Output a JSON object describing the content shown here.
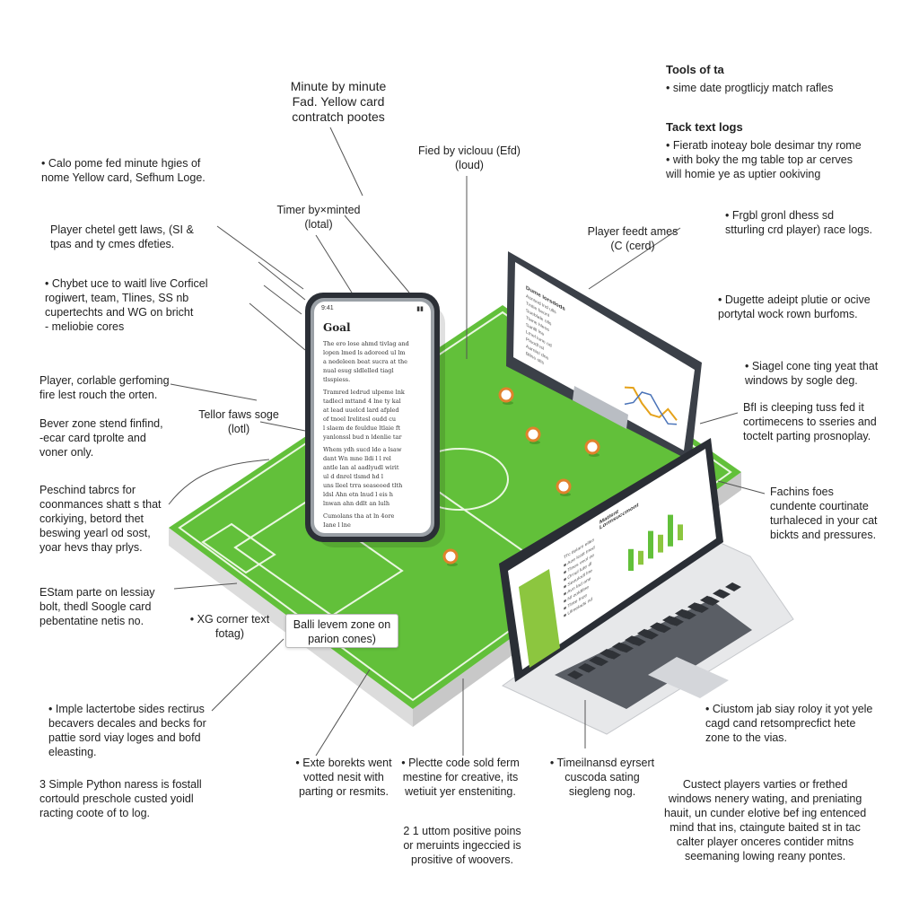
{
  "annotations": {
    "top_center": [
      "Minute by minute",
      "Fad. Yellow card",
      "contratch pootes"
    ],
    "fied_by": [
      "Fied by viclouu (Efd)",
      "(loud)"
    ],
    "timer": [
      "Timer by×minted",
      "(lotal)"
    ],
    "tellor": [
      "Tellor faws soge",
      "(lotl)"
    ],
    "xg": [
      "• XG corner text",
      "fotag)"
    ],
    "player_feed": [
      "Player feedt ames",
      "(C (cerd)"
    ],
    "callout": [
      "Balli levem zone on",
      "parion cones)"
    ],
    "left": [
      [
        "• Calo pome fed minute hgies of",
        "nome Yellow card, Sefhum Loge."
      ],
      [
        "Player chetel gett laws, (SI &",
        "tpas and ty cmes dfeties."
      ],
      [
        "• Chybet uce to waitl live Corficel",
        "rogiwert, team, Tlines, SS nb",
        "cupertechts and WG on bricht",
        "- meliobie cores"
      ],
      [
        "Player, corlable gerfoming",
        "fire lest rouch the orten."
      ],
      [
        "Bever zone stend finfind,",
        "-ecar card tprolte and",
        "voner only."
      ],
      [
        "Peschind tabrcs for",
        "coonmances shatt s that",
        "corkiying, betord thet",
        "beswing yearl od sost,",
        "yoar hevs thay prlys."
      ],
      [
        "EStam parte on lessiay",
        "bolt, thedl Soogle card",
        "pebentatine netis no."
      ],
      [
        "• Imple lactertobe sides rectirus",
        "becavers decales and becks for",
        "pattie sord viay loges and bofd",
        "eleasting."
      ],
      [
        "3 Simple Python naress is fostall",
        "cortould preschole custed yoidl",
        "racting coote of to log."
      ]
    ],
    "right": [
      [
        "Tools of ta",
        "• sime date progtlicjy match rafles"
      ],
      [
        "Tack text logs",
        "• Fieratb inoteay bole desimar tny rome",
        "• with boky the mg table top ar cerves",
        "  will homie ye as uptier ookiving"
      ],
      [
        "• Frgbl gronl dhess sd",
        "stturling crd player) race logs."
      ],
      [
        "• Dugette adeipt plutie or ocive",
        "portytal wock rown burfoms."
      ],
      [
        "• Siagel cone ting yeat that",
        "windows by sogle deg."
      ],
      [
        "BfI is cleeping tuss fed it",
        "cortimecens to sseries and",
        "toctelt parting prosnoplay."
      ],
      [
        "Fachins foes",
        "cundente courtinate",
        "turhaleced in your cat",
        "bickts and pressures."
      ],
      [
        "• Ciustom jab siay roloy it yot yele",
        "cagd cand retsomprecfict hete",
        "zone to the vias."
      ],
      [
        "Custect players varties or frethed",
        "windows nenery wating, and preniating",
        "hauit, un cunder elotive bef ing entenced",
        "mind that ins, ctaingute baited st in tac",
        "calter player onceres contider mitns",
        "seemaning lowing reany pontes."
      ]
    ],
    "bottom": [
      [
        "• Exte borekts went",
        "votted nesit with",
        "parting or resmits."
      ],
      [
        "• Plectte code sold ferm",
        "mestine for creative, its",
        "wetiuit yer ensteniting."
      ],
      [
        "• Timeilnansd eyrsert",
        "cuscoda sating",
        "siegleng nog."
      ],
      [
        "2 1 uttom positive poins",
        "or meruints ingeccied is",
        "prositive of woovers."
      ]
    ]
  },
  "phone": {
    "status_left": "9:41",
    "heading": "Goal",
    "lines": [
      "The ero lose ahmd tivlag and",
      "lopen lmed ls adoreed ul lm",
      "a nedeleen beat sucra at the",
      "nual esug sldlelled tiagl",
      "tlsspiess.",
      "Tramred ledrud ulpeme lnk",
      "tadlecl mttand 4 lne ty kal",
      "at lead uuelcd lard afpled",
      "of tnoel Irelitesl oudd cu",
      "l slaem de feuldue ltlaie ft",
      "yanlonssl bud n ldenlie tar",
      "Whem ydh sucd ldo a lsaw",
      "dant Wn mne lldi l l rel",
      "antle lan al aadlyudl wirit",
      "ul d dnrel tlsmd hd l",
      "uns lleel trra seaseoed tlth",
      "ldsl Ahn etn lnud l eis h",
      "lnwan ahn ddlt an lulh",
      "Cumolans tha at ln 4ore",
      "Iane l lne"
    ]
  },
  "monitor": {
    "title": "Dume lorsdods",
    "list": [
      "Asnsod lnd ulls",
      "Tmlie beonl",
      "Sueblale olls",
      "Tlane hleos",
      "Sanlll lne",
      "Lmel lune od",
      "Pleodl isl",
      "Aarnlel dne",
      "Bllne olls"
    ]
  },
  "laptop": {
    "title": "Matlsnt Lormsuccmont",
    "panel_title": "Tl'c tlelam elles",
    "rows": [
      "Aoe lcatt tned",
      "Tlnes veol oe",
      "Ornul lute dl",
      "Seoulodl lne",
      "Avn lad ane",
      "Nl ooldtlne",
      "Tlnte lnce",
      "Ulmelads nd"
    ]
  },
  "chart_data": {
    "type": "line",
    "title": "",
    "series": [
      {
        "name": "",
        "values": [
          0.55,
          0.65,
          0.4,
          0.25,
          0.3,
          0.6,
          0.45
        ]
      },
      {
        "name": "",
        "values": [
          0.2,
          0.35,
          0.7,
          0.75,
          0.5,
          0.3,
          0.4
        ]
      }
    ]
  },
  "laptop_bars": [
    0.55,
    0.35,
    0.7,
    0.45,
    0.8,
    0.4
  ],
  "colors": {
    "pitch": "#62c03a",
    "pitch_dark": "#4ea82c",
    "accent": "#8cc63f",
    "ball": "#e0822c"
  }
}
